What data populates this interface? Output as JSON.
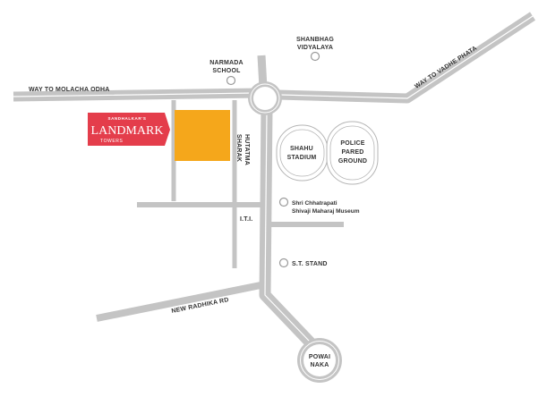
{
  "roads": {
    "molacha_odha": "WAY TO MOLACHA ODHA",
    "vadhe_phata": "WAY TO VADHE PHATA",
    "new_radhika": "NEW RADHIKA RD",
    "hutatma_line1": "HUTATMA",
    "hutatma_line2": "SHARAK",
    "iti": "I.T.I."
  },
  "landmarks": {
    "narmada_line1": "NARMADA",
    "narmada_line2": "SCHOOL",
    "shanbhag_line1": "SHANBHAG",
    "shanbhag_line2": "VIDYALAYA",
    "shahu_line1": "SHAHU",
    "shahu_line2": "STADIUM",
    "police_line1": "POLICE",
    "police_line2": "PARED",
    "police_line3": "GROUND",
    "museum_line1": "Shri Chhatrapati",
    "museum_line2": "Shivaji Maharaj Museum",
    "st_stand": "S.T. STAND",
    "powai_line1": "POWAI",
    "powai_line2": "NAKA"
  },
  "project": {
    "logo_top": "SANDHALKAR'S",
    "logo_main": "LANDMARK",
    "logo_sub": "TOWERS"
  },
  "colors": {
    "road": "#c4c4c4",
    "site": "#f5a71b",
    "logo": "#e43d4b"
  }
}
